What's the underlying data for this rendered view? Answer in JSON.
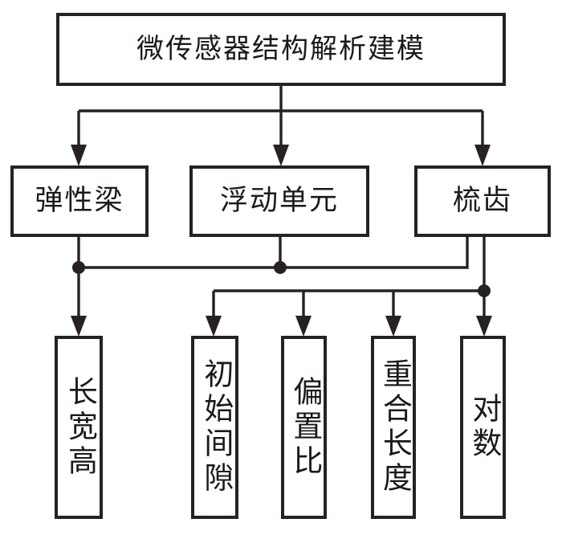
{
  "flowchart": {
    "root": {
      "label": "微传感器结构解析建模"
    },
    "components": [
      {
        "id": "elastic-beam",
        "label": "弹性梁"
      },
      {
        "id": "floating-unit",
        "label": "浮动单元"
      },
      {
        "id": "comb-teeth",
        "label": "梳齿"
      }
    ],
    "parameters": [
      {
        "id": "length-width-height",
        "label": "长宽高"
      },
      {
        "id": "initial-gap",
        "label": "初始间隙"
      },
      {
        "id": "offset-ratio",
        "label": "偏置比"
      },
      {
        "id": "overlap-length",
        "label": "重合长度"
      },
      {
        "id": "pair-count",
        "label": "对数"
      }
    ],
    "colors": {
      "line": "#272120",
      "box_border": "#272120",
      "box_background": "#ffffff",
      "text": "#1c1917",
      "page_background": "#ffffff"
    }
  }
}
